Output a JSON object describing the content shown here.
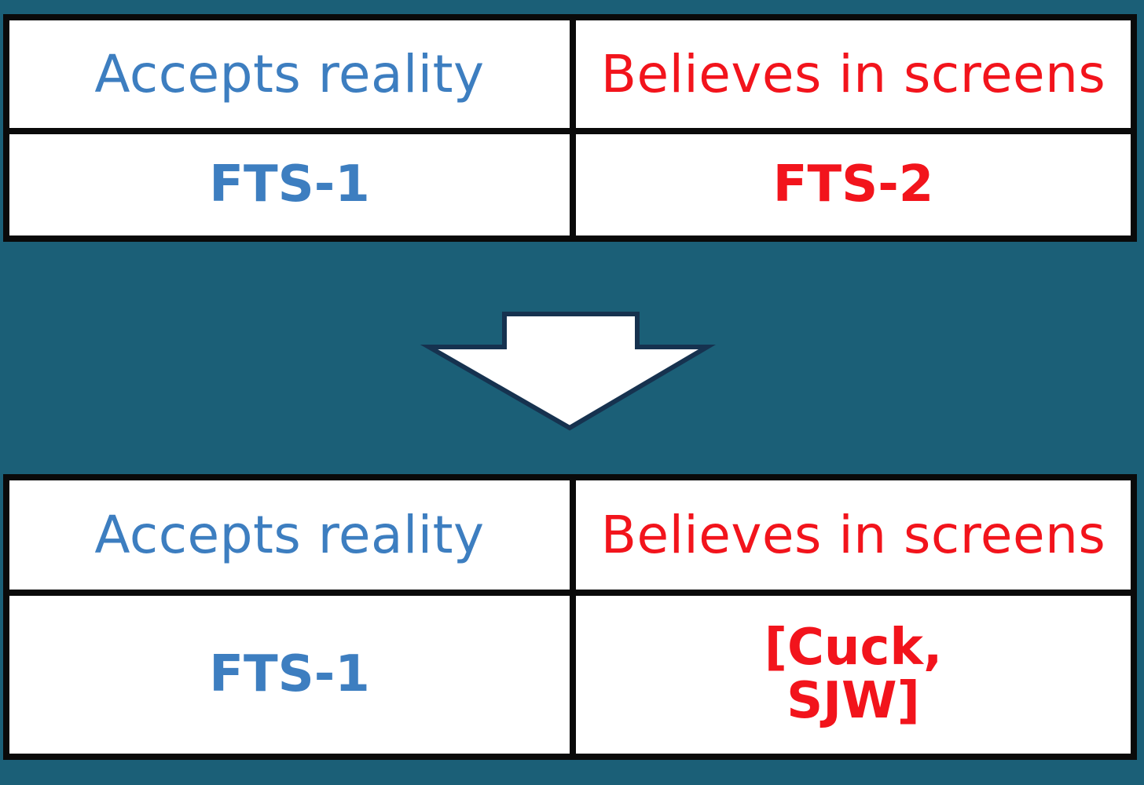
{
  "top_table": {
    "header_left": "Accepts reality",
    "header_right": "Believes in screens",
    "value_left": "FTS-1",
    "value_right": "FTS-2"
  },
  "bottom_table": {
    "header_left": "Accepts reality",
    "header_right": "Believes in screens",
    "value_left": "FTS-1",
    "value_right_line1": "[Cuck,",
    "value_right_line2": "SJW]"
  },
  "colors": {
    "background": "#1b5f77",
    "left_text": "#3d7ec0",
    "right_text": "#f2141c",
    "border": "#0a0a0a",
    "arrow_fill": "#ffffff",
    "arrow_stroke": "#16324f"
  },
  "icons": {
    "transition": "down-arrow-icon"
  }
}
